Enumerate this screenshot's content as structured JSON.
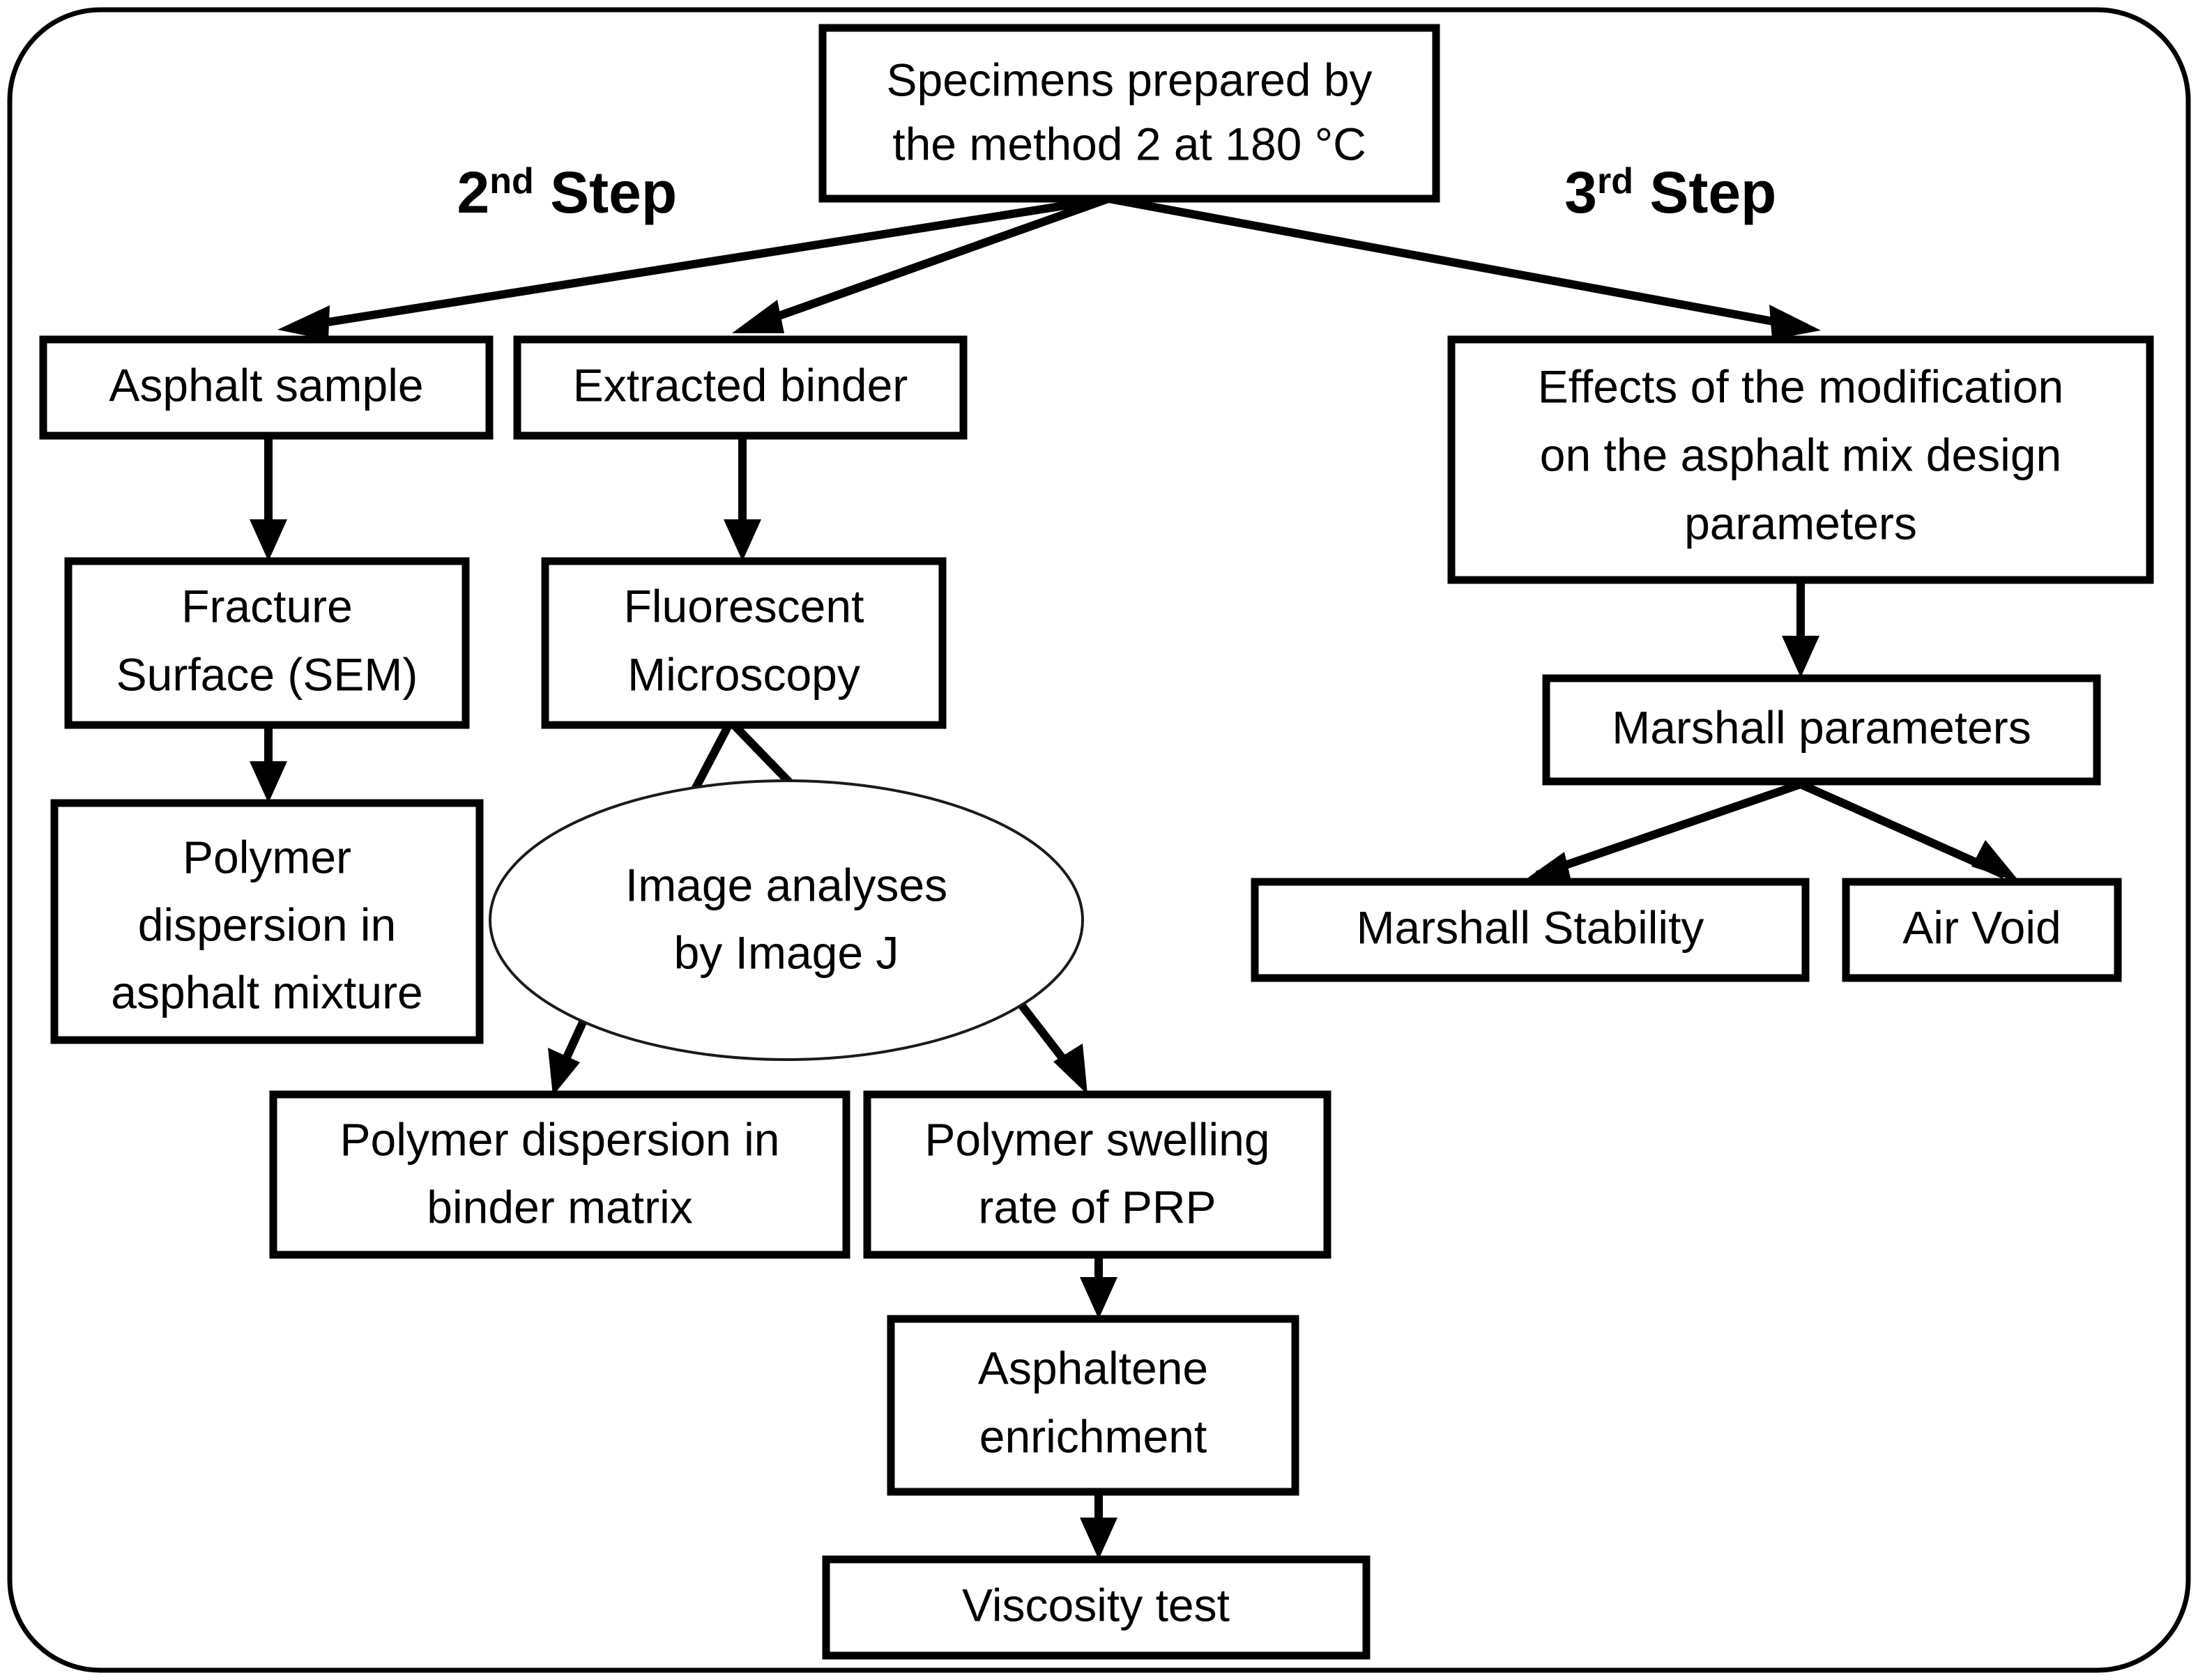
{
  "diagram": {
    "title_present": false,
    "steps": [
      {
        "id": "step2",
        "number": "2",
        "ordinal": "nd",
        "word": "Step",
        "full": "2nd Step"
      },
      {
        "id": "step3",
        "number": "3",
        "ordinal": "rd",
        "word": "Step",
        "full": "3rd Step"
      }
    ],
    "nodes": [
      {
        "id": "specimens",
        "shape": "rect",
        "lines": [
          "Specimens prepared by",
          "the method 2 at 180 °C"
        ]
      },
      {
        "id": "asphalt-sample",
        "shape": "rect",
        "lines": [
          "Asphalt sample"
        ]
      },
      {
        "id": "extracted-binder",
        "shape": "rect",
        "lines": [
          "Extracted binder"
        ]
      },
      {
        "id": "effects-modification",
        "shape": "rect",
        "lines": [
          "Effects of the modification",
          "on the asphalt mix design",
          "parameters"
        ]
      },
      {
        "id": "fracture-surface",
        "shape": "rect",
        "lines": [
          "Fracture",
          "Surface (SEM)"
        ]
      },
      {
        "id": "fluorescent-microscopy",
        "shape": "rect",
        "lines": [
          "Fluorescent",
          "Microscopy"
        ]
      },
      {
        "id": "marshall-parameters",
        "shape": "rect",
        "lines": [
          "Marshall parameters"
        ]
      },
      {
        "id": "polymer-dispersion-asphalt",
        "shape": "rect",
        "lines": [
          "Polymer",
          "dispersion in",
          "asphalt mixture"
        ]
      },
      {
        "id": "image-analyses",
        "shape": "ellipse",
        "lines": [
          "Image analyses",
          "by Image J"
        ]
      },
      {
        "id": "marshall-stability",
        "shape": "rect",
        "lines": [
          "Marshall Stability"
        ]
      },
      {
        "id": "air-void",
        "shape": "rect",
        "lines": [
          "Air Void"
        ]
      },
      {
        "id": "polymer-dispersion-binder",
        "shape": "rect",
        "lines": [
          "Polymer dispersion in",
          "binder matrix"
        ]
      },
      {
        "id": "polymer-swelling",
        "shape": "rect",
        "lines": [
          "Polymer swelling",
          "rate of PRP"
        ]
      },
      {
        "id": "asphaltene-enrichment",
        "shape": "rect",
        "lines": [
          "Asphaltene",
          "enrichment"
        ]
      },
      {
        "id": "viscosity-test",
        "shape": "rect",
        "lines": [
          "Viscosity test"
        ]
      }
    ],
    "edges": [
      {
        "from": "specimens",
        "to": "asphalt-sample",
        "arrow": true
      },
      {
        "from": "specimens",
        "to": "extracted-binder",
        "arrow": true
      },
      {
        "from": "specimens",
        "to": "effects-modification",
        "arrow": true
      },
      {
        "from": "asphalt-sample",
        "to": "fracture-surface",
        "arrow": true
      },
      {
        "from": "extracted-binder",
        "to": "fluorescent-microscopy",
        "arrow": true
      },
      {
        "from": "fracture-surface",
        "to": "polymer-dispersion-asphalt",
        "arrow": true
      },
      {
        "from": "fluorescent-microscopy",
        "to": "image-analyses",
        "arrow": false
      },
      {
        "from": "image-analyses",
        "to": "polymer-dispersion-binder",
        "arrow": true
      },
      {
        "from": "image-analyses",
        "to": "polymer-swelling",
        "arrow": true
      },
      {
        "from": "polymer-swelling",
        "to": "asphaltene-enrichment",
        "arrow": true
      },
      {
        "from": "asphaltene-enrichment",
        "to": "viscosity-test",
        "arrow": true
      },
      {
        "from": "effects-modification",
        "to": "marshall-parameters",
        "arrow": true
      },
      {
        "from": "marshall-parameters",
        "to": "marshall-stability",
        "arrow": true
      },
      {
        "from": "marshall-parameters",
        "to": "air-void",
        "arrow": true
      }
    ],
    "colors": {
      "stroke": "#000000",
      "fill": "#ffffff",
      "ellipse_stroke": "#1a1a1a"
    }
  }
}
